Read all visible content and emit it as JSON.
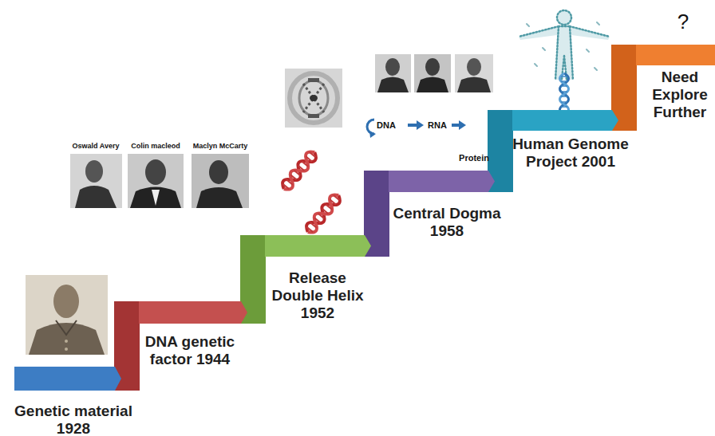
{
  "diagram": {
    "nodes": [
      {
        "text": [
          "Genetic material 1928"
        ]
      },
      {
        "text": [
          "DNA genetic factor 1944"
        ]
      },
      {
        "text": [
          "Release Double Helix 1952"
        ]
      },
      {
        "text": [
          "Central Dogma 1958"
        ]
      },
      {
        "text": [
          "Human Genome Project 2001"
        ]
      },
      {
        "text": [
          "Need Explore Further"
        ]
      }
    ],
    "edges": [
      {
        "from": 0,
        "to": 1,
        "arrow": "none"
      },
      {
        "from": 1,
        "to": 2,
        "arrow": "none"
      },
      {
        "from": 2,
        "to": 3,
        "arrow": "none"
      },
      {
        "from": 3,
        "to": 4,
        "arrow": "none"
      },
      {
        "from": 4,
        "to": 5,
        "arrow": "none"
      }
    ],
    "labels": [
      "?",
      "Oswald Avery",
      "Colin macleod",
      "Maclyn McCarty",
      "DNA",
      "RNA",
      "Protein"
    ]
  }
}
